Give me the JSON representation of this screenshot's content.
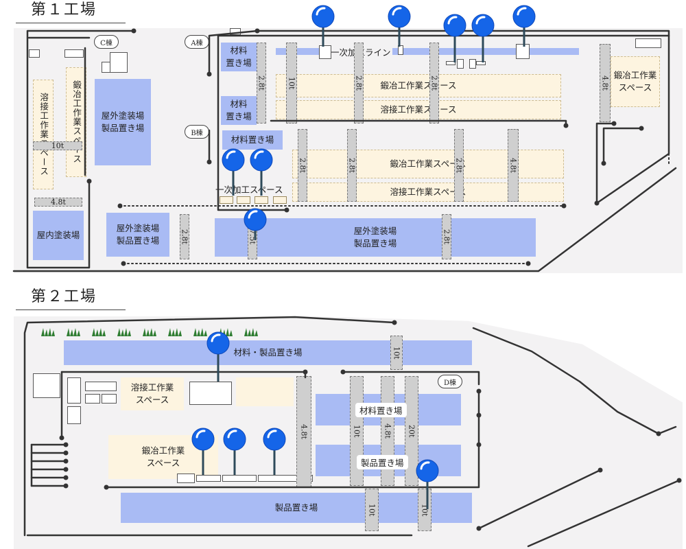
{
  "headings": {
    "factory1": "第１工場",
    "factory2": "第２工場"
  },
  "factory1": {
    "buildings": {
      "c": "C棟",
      "a": "A棟",
      "b": "B棟"
    },
    "zones": {
      "welding_c": "溶接工作業スペース",
      "forging_c": "鍛冶工作業スペース",
      "outdoor_paint_c": "屋外塗装場\n製品置き場",
      "indoor_paint": "屋内塗装場",
      "outdoor_paint_mid": "屋外塗装場\n製品置き場",
      "material_a1": "材料\n置き場",
      "material_a2": "材料\n置き場",
      "forging_a": "鍛冶工作業スペース",
      "welding_a": "溶接工作業スペース",
      "material_b": "材料置き場",
      "forging_b": "鍛冶工作業スペース",
      "welding_b": "溶接工作業スペース",
      "primary_space_b": "一次加工スペース",
      "outdoor_paint_big": "屋外塗装場\n製品置き場",
      "forging_right": "鍛冶工作業\nスペース",
      "primary_line": "一次加工ライン"
    },
    "cranes": {
      "c_10t": "10t",
      "c_48t": "4.8t",
      "a_10t": "10t",
      "a_28t_1": "2.8t",
      "a_28t_2": "2.8t",
      "a_28t_3": "2.8t",
      "right_48t": "4.8t",
      "b_28t_1": "2.8t",
      "b_28t_2": "2.8t",
      "b_28t_3": "2.8t",
      "b_48t": "4.8t",
      "low_28t": "2.8t",
      "low_75t": "7.5t",
      "low_28t_right": "2.8t"
    }
  },
  "factory2": {
    "buildings": {
      "d": "D棟"
    },
    "zones": {
      "material_product": "材料・製品置き場",
      "welding": "溶接工作業\nスペース",
      "forging": "鍛冶工作業\nスペース",
      "material": "材料置き場",
      "product_mid": "製品置き場",
      "product_bottom": "製品置き場"
    },
    "cranes": {
      "top_10t": "10t",
      "c_48t": "4.8t",
      "d_10t": "10t",
      "d_48t": "4.8t",
      "d_20t": "20t",
      "bottom_10t_1": "10t",
      "bottom_10t_2": "10t"
    }
  },
  "colors": {
    "zone_blue": "#a9bbf4",
    "zone_cream": "#fdf4e0",
    "pin_blue": "#1565e8",
    "crane_gray": "#cfcfcf"
  },
  "icon_names": [
    "map-pin-icon",
    "grass-tuft-icon"
  ]
}
